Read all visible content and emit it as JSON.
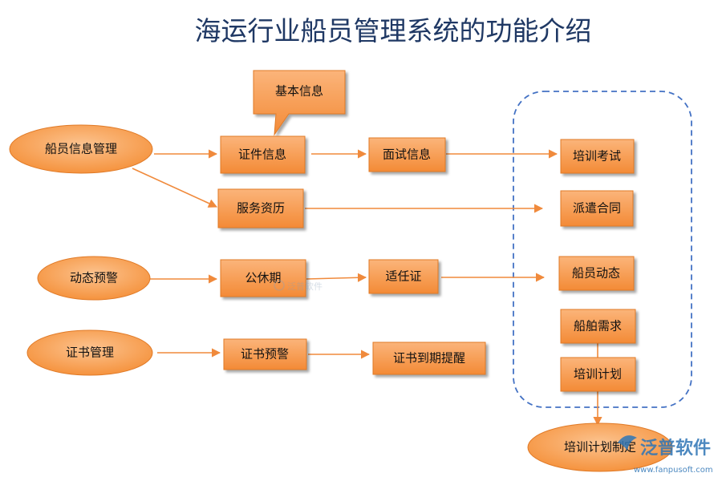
{
  "title": "海运行业船员管理系统的功能介绍",
  "callout": {
    "label": "基本信息"
  },
  "ellipses": {
    "crew_info": "船员信息管理",
    "dynamic_alert": "动态预警",
    "cert_mgmt": "证书管理",
    "training_plan_make": "培训计划制定"
  },
  "boxes": {
    "certificate_info": "证件信息",
    "interview_info": "面试信息",
    "service_record": "服务资历",
    "public_leave": "公休期",
    "competency_cert": "适任证",
    "cert_alert": "证书预警",
    "cert_expiry": "证书到期提醒",
    "training_exam": "培训考试",
    "dispatch_contract": "派遣合同",
    "crew_dynamics": "船员动态",
    "ship_demand": "船舶需求",
    "training_plan": "培训计划"
  },
  "watermark": {
    "center_text": "泛普软件",
    "brand_cn": "泛普软件",
    "brand_url": "www.fanpusoft.com"
  },
  "colors": {
    "box_fill": "#f79646",
    "box_stroke": "#e07a27",
    "ellipse_fill": "#f8a060",
    "arrow": "#f08a3c",
    "dashed": "#4472c4",
    "title": "#1f3864"
  }
}
